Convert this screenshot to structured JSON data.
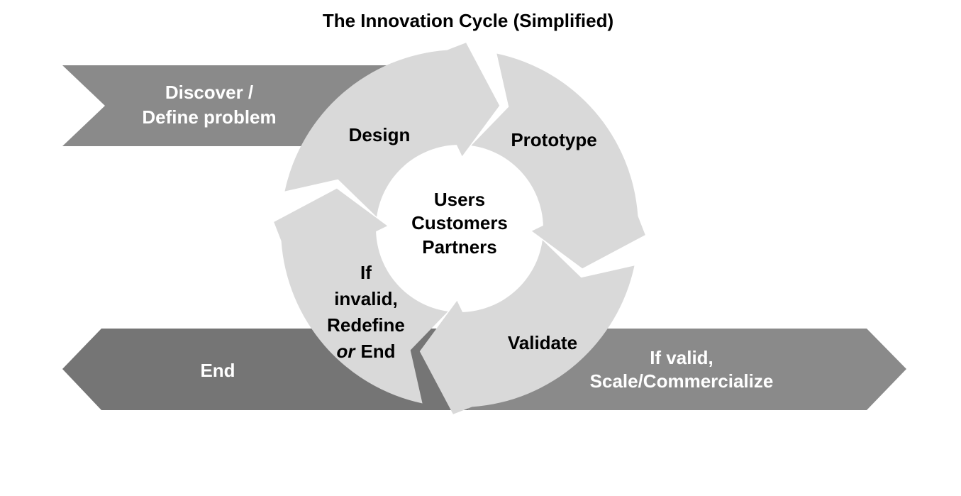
{
  "title": "The Innovation Cycle (Simplified)",
  "colors": {
    "background": "#ffffff",
    "circle_segment": "#d9d9d9",
    "discover_banner": "#8a8a8a",
    "end_banner": "#757575",
    "if_valid_banner": "#8a8a8a",
    "banner_text": "#ffffff",
    "label_text": "#000000"
  },
  "banners": {
    "discover": {
      "line1": "Discover /",
      "line2": "Define problem"
    },
    "end": {
      "label": "End"
    },
    "if_valid": {
      "line1": "If valid,",
      "line2": "Scale/Commercialize"
    }
  },
  "cycle": {
    "labels": {
      "design": "Design",
      "prototype": "Prototype",
      "validate": "Validate"
    },
    "redefine": {
      "line1": "If",
      "line2": "invalid,",
      "line3": "Redefine",
      "line4_italic": "or",
      "line4_regular": "End"
    },
    "center": {
      "line1": "Users",
      "line2": "Customers",
      "line3": "Partners"
    }
  }
}
